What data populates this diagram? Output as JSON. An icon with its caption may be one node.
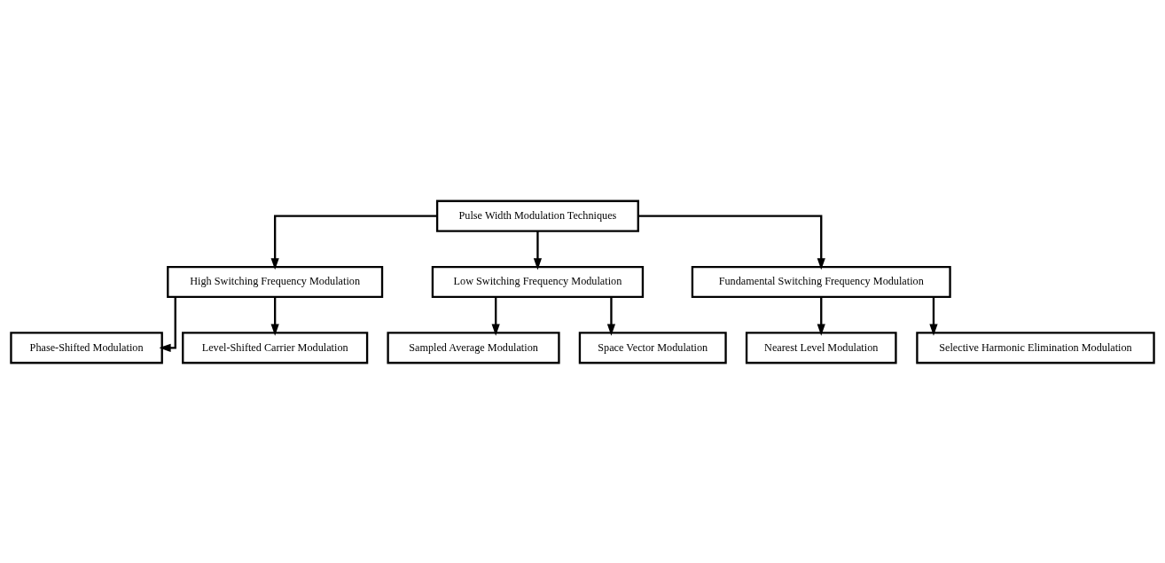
{
  "diagram": {
    "nodes": [
      {
        "text": [
          "Pulse Width Modulation Techniques"
        ]
      },
      {
        "text": [
          "High Switching Frequency Modulation"
        ]
      },
      {
        "text": [
          "Low Switching Frequency Modulation"
        ]
      },
      {
        "text": [
          "Fundamental Switching Frequency Modulation"
        ]
      },
      {
        "text": [
          "Phase-Shifted Modulation"
        ]
      },
      {
        "text": [
          "Level-Shifted Carrier Modulation"
        ]
      },
      {
        "text": [
          "Sampled Average Modulation"
        ]
      },
      {
        "text": [
          "Space Vector Modulation"
        ]
      },
      {
        "text": [
          "Nearest Level Modulation"
        ]
      },
      {
        "text": [
          "Selective Harmonic Elimination Modulation"
        ]
      }
    ],
    "edges": [
      {
        "from": 0,
        "to": 1,
        "arrow": "to"
      },
      {
        "from": 0,
        "to": 2,
        "arrow": "to"
      },
      {
        "from": 0,
        "to": 3,
        "arrow": "to"
      },
      {
        "from": 1,
        "to": 4,
        "arrow": "to"
      },
      {
        "from": 1,
        "to": 5,
        "arrow": "to"
      },
      {
        "from": 2,
        "to": 6,
        "arrow": "to"
      },
      {
        "from": 2,
        "to": 7,
        "arrow": "to"
      },
      {
        "from": 3,
        "to": 8,
        "arrow": "to"
      },
      {
        "from": 3,
        "to": 9,
        "arrow": "to"
      }
    ]
  }
}
